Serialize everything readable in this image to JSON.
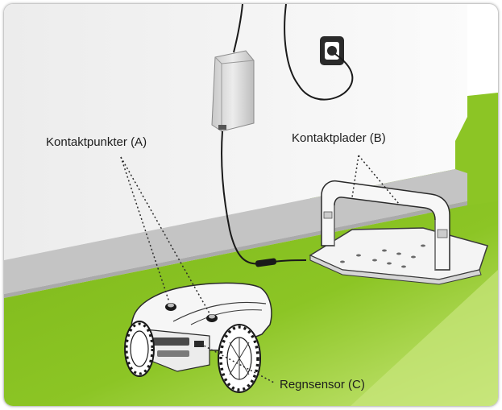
{
  "labels": {
    "contact_points": "Kontaktpunkter (A)",
    "contact_plates": "Kontaktplader (B)",
    "rain_sensor": "Regnsensor (C)"
  },
  "colors": {
    "grass": "#86c11d",
    "grass_light": "#b6dd57",
    "wall": "#f0f0f0",
    "floor_strip": "#c4c4c4",
    "outline": "#1a1a1a"
  },
  "icons": [
    "power-supply-icon",
    "wall-socket-icon",
    "charging-station-icon",
    "robot-mower-icon"
  ]
}
